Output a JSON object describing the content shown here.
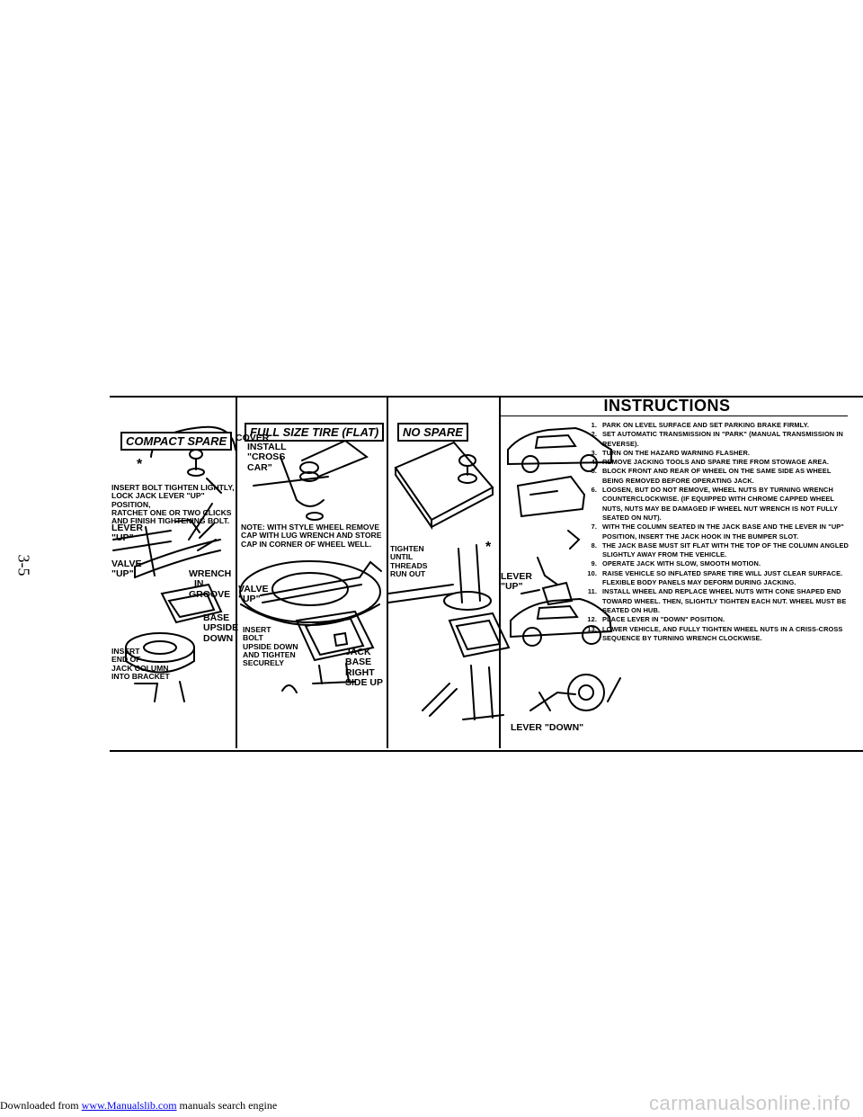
{
  "page_number": "3-5",
  "compact_spare": {
    "label": "COMPACT SPARE",
    "cover": "COVER",
    "asterisk": "*",
    "note_lines": [
      "INSERT BOLT TIGHTEN LIGHTLY,",
      "LOCK JACK LEVER \"UP\" POSITION,",
      "RATCHET ONE OR TWO CLICKS",
      "AND FINISH TIGHTENING BOLT."
    ],
    "lever_up": [
      "LEVER",
      "\"UP\""
    ],
    "valve_up": [
      "VALVE",
      "\"UP\""
    ],
    "wrench_in_groove": [
      "WRENCH",
      "IN",
      "GROOVE"
    ],
    "base_upside_down": [
      "BASE",
      "UPSIDE",
      "DOWN"
    ],
    "insert_end": [
      "INSERT",
      "END OF",
      "JACK COLUMN",
      "INTO BRACKET"
    ]
  },
  "full_size": {
    "label": "FULL SIZE TIRE (FLAT)",
    "install": [
      "INSTALL",
      "\"CROSS",
      "CAR\""
    ],
    "note_lines": [
      "NOTE: WITH STYLE WHEEL REMOVE",
      "CAP WITH LUG WRENCH AND STORE",
      "CAP IN CORNER OF WHEEL WELL."
    ],
    "valve_up": [
      "VALVE",
      "\"UP\""
    ],
    "insert_bolt": [
      "INSERT",
      "BOLT",
      "UPSIDE DOWN",
      "AND TIGHTEN",
      "SECURELY"
    ],
    "jack_base": [
      "JACK",
      "BASE",
      "RIGHT",
      "SIDE UP"
    ]
  },
  "no_spare": {
    "label": "NO SPARE",
    "tighten": [
      "TIGHTEN",
      "UNTIL",
      "THREADS",
      "RUN OUT"
    ],
    "asterisk": "*"
  },
  "instructions": {
    "title": "INSTRUCTIONS",
    "lever_up": [
      "LEVER",
      "\"UP\""
    ],
    "lever_down": "LEVER \"DOWN\"",
    "steps": [
      {
        "n": "1.",
        "text": "PARK ON LEVEL SURFACE AND SET PARKING BRAKE FIRMLY."
      },
      {
        "n": "2.",
        "text": "SET AUTOMATIC TRANSMISSION IN \"PARK\" (MANUAL TRANSMISSION IN REVERSE)."
      },
      {
        "n": "3.",
        "text": "TURN ON THE HAZARD WARNING FLASHER."
      },
      {
        "n": "4.",
        "text": "REMOVE JACKING TOOLS AND SPARE TIRE FROM STOWAGE AREA."
      },
      {
        "n": "5.",
        "text": "BLOCK FRONT AND REAR OF WHEEL ON THE SAME SIDE AS WHEEL BEING REMOVED BEFORE OPERATING JACK."
      },
      {
        "n": "6.",
        "text": "LOOSEN, BUT DO NOT REMOVE, WHEEL NUTS BY TURNING WRENCH COUNTERCLOCKWISE. (IF EQUIPPED WITH CHROME CAPPED WHEEL NUTS, NUTS MAY BE DAMAGED IF WHEEL NUT WRENCH IS NOT FULLY SEATED ON NUT)."
      },
      {
        "n": "7.",
        "text": "WITH THE COLUMN SEATED IN THE JACK BASE AND THE LEVER IN \"UP\" POSITION, INSERT THE JACK HOOK IN THE BUMPER SLOT."
      },
      {
        "n": "8.",
        "text": "THE JACK BASE MUST SIT FLAT WITH THE TOP OF THE COLUMN ANGLED SLIGHTLY AWAY FROM THE VEHICLE."
      },
      {
        "n": "9.",
        "text": "OPERATE JACK WITH SLOW, SMOOTH MOTION."
      },
      {
        "n": "10.",
        "text": "RAISE VEHICLE SO INFLATED SPARE TIRE WILL JUST CLEAR SURFACE. FLEXIBLE BODY PANELS MAY DEFORM DURING JACKING."
      },
      {
        "n": "11.",
        "text": "INSTALL WHEEL AND REPLACE WHEEL NUTS WITH CONE SHAPED END TOWARD WHEEL. THEN, SLIGHTLY TIGHTEN EACH NUT. WHEEL MUST BE SEATED ON HUB."
      },
      {
        "n": "12.",
        "text": "PLACE LEVER IN \"DOWN\" POSITION."
      },
      {
        "n": "13.",
        "text": "LOWER VEHICLE, AND FULLY TIGHTEN WHEEL NUTS IN A CRISS-CROSS SEQUENCE BY TURNING WRENCH CLOCKWISE."
      }
    ]
  },
  "footer": {
    "prefix": "Downloaded from ",
    "link": "www.Manualslib.com",
    "suffix": " manuals search engine"
  },
  "watermark": "carmanualsonline.info"
}
